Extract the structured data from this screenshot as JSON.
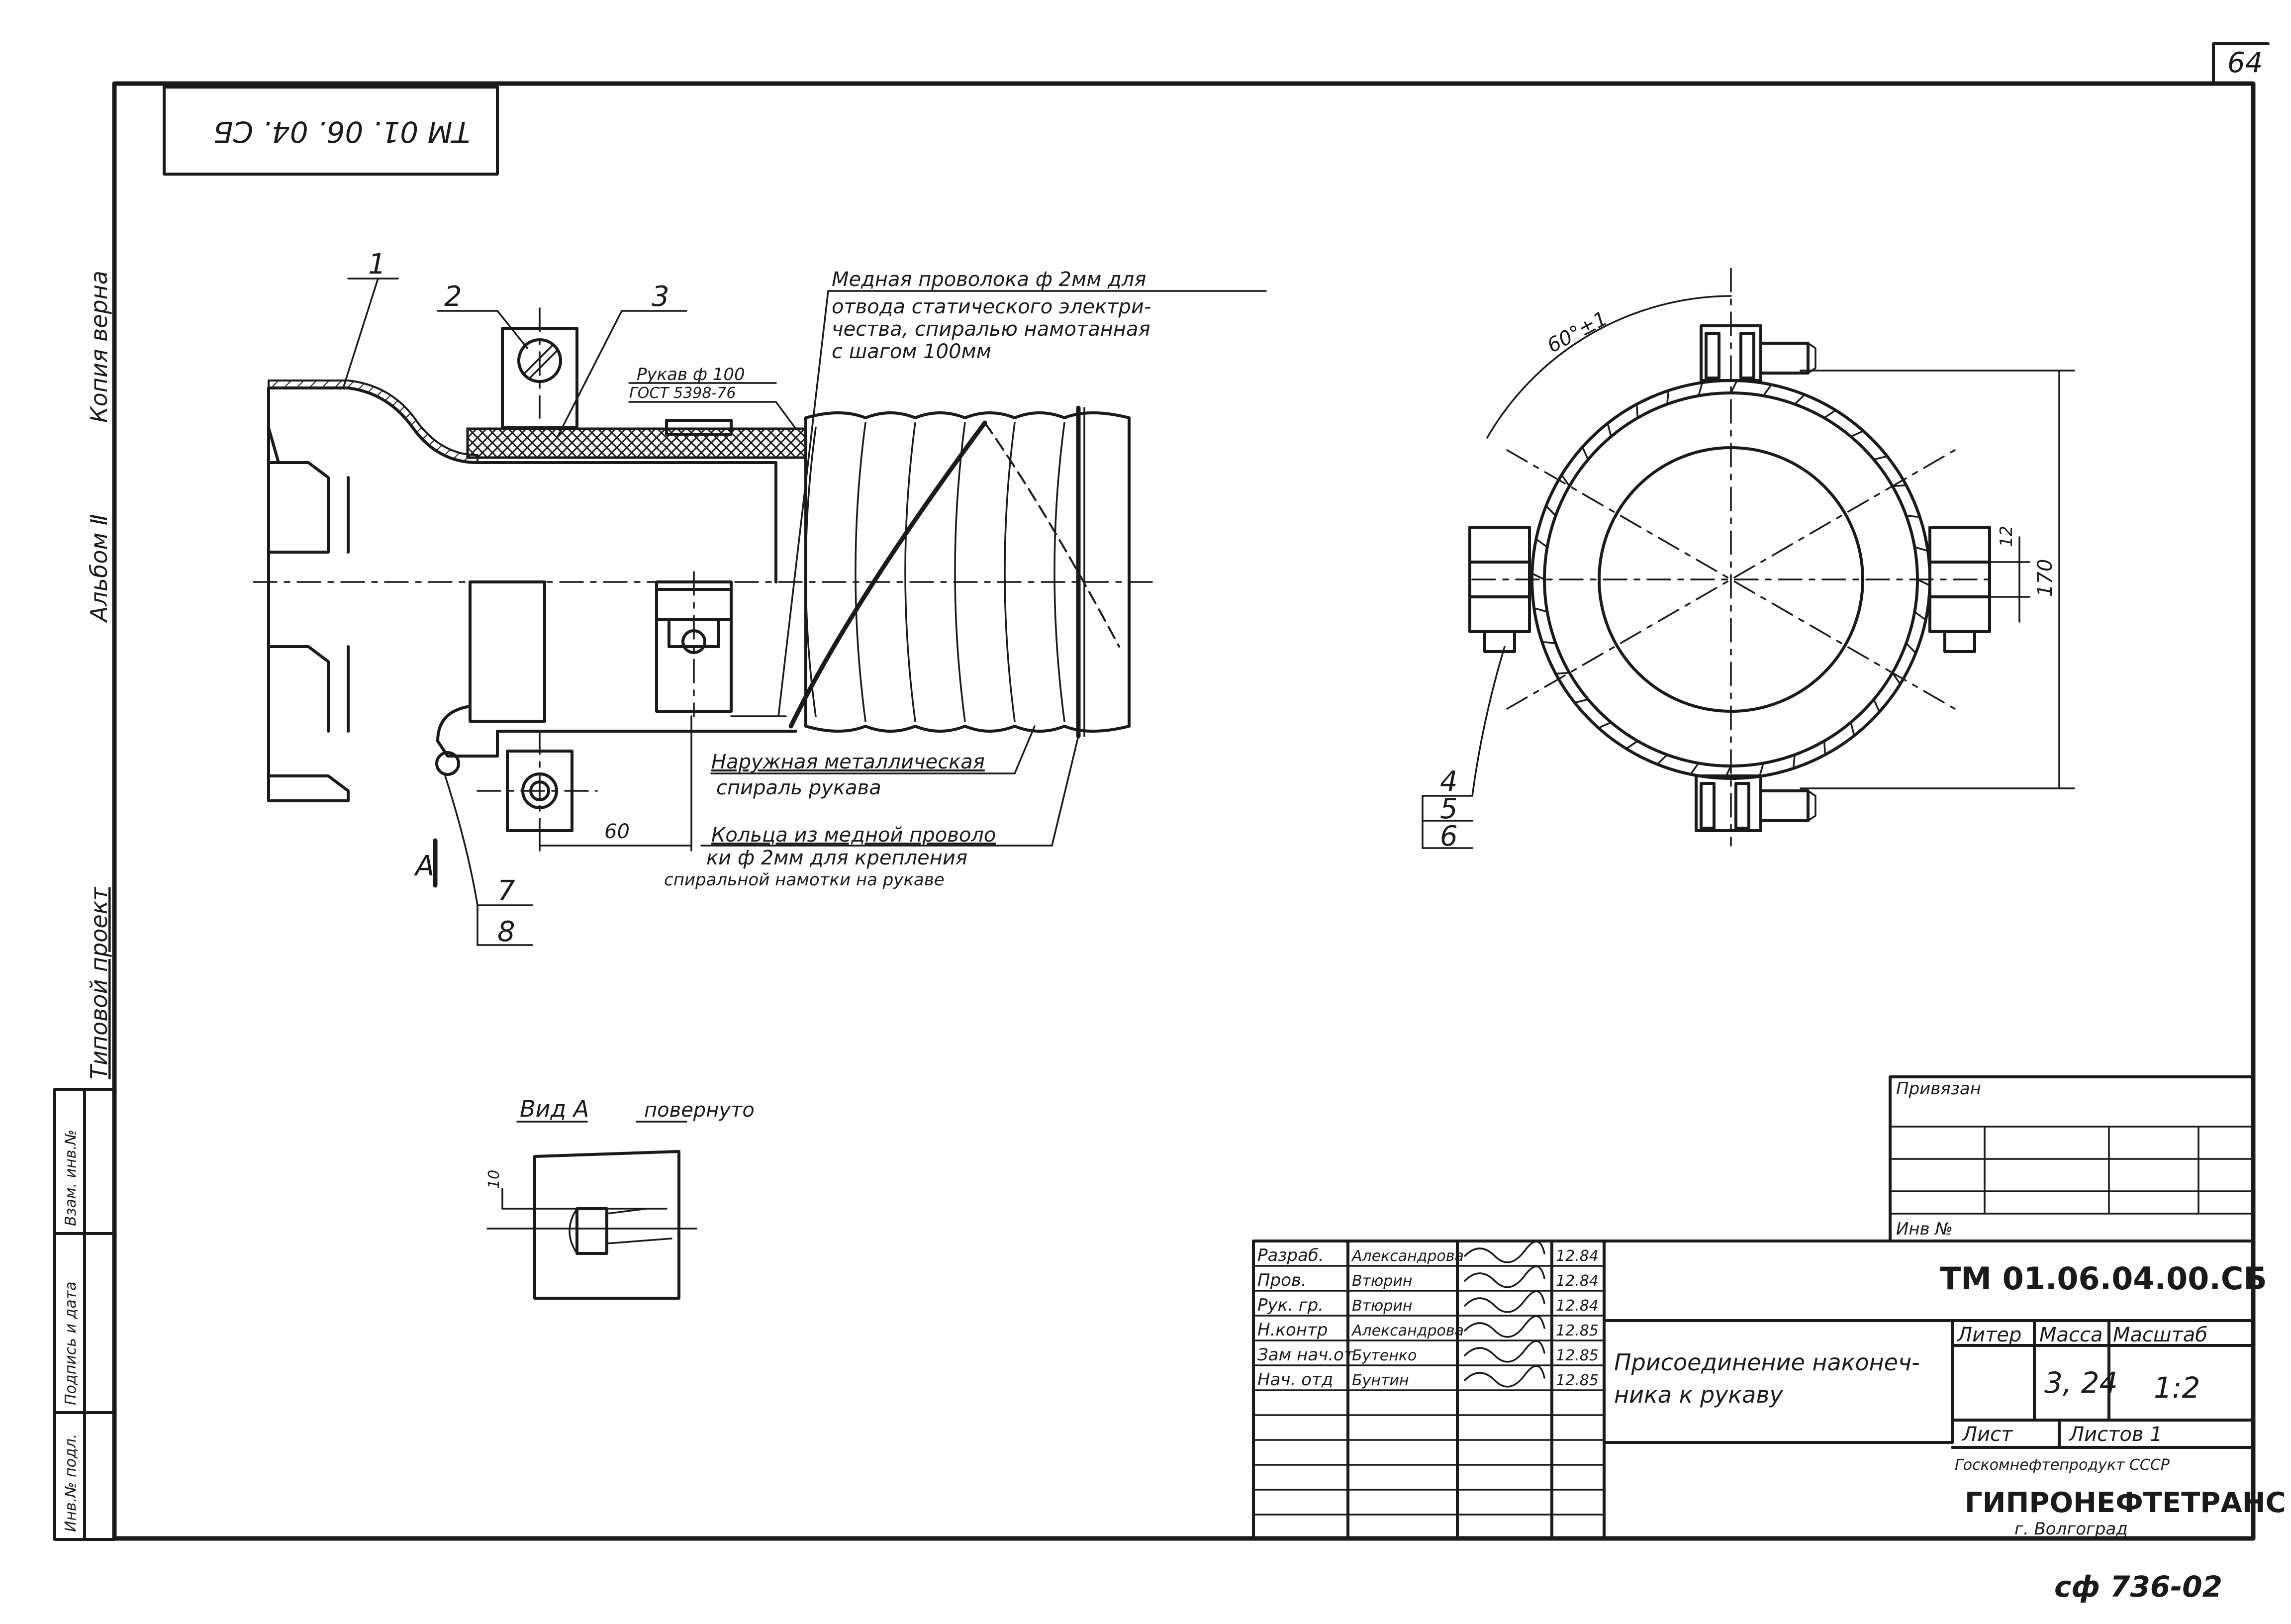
{
  "sheet_number": "64",
  "top_code_rotated": "ТМ 01. 06. 04. СБ",
  "left_margin": {
    "copy_note": "Копия верна",
    "album": "Альбом Ⅱ",
    "project": "Типовой проект",
    "stamp_cells": [
      "Инв.№ подл.",
      "Подпись и дата",
      "Взам. инв.№"
    ]
  },
  "section_view": {
    "pos_labels": [
      "1",
      "2",
      "3",
      "7",
      "8"
    ],
    "hose_label_line1": "Рукав ф 100",
    "hose_label_line2": "ГОСТ 5398-76",
    "wire_note": [
      "Медная проволока ф 2мм для",
      "отвода статического электри-",
      "чества, спиралью намотанная",
      "с шагом     100мм"
    ],
    "spiral_note": [
      "Наружная металлическая",
      "спираль рукава"
    ],
    "ring_note": [
      "Кольца из медной проволо",
      "ки ф 2мм для крепления",
      "спиральной намотки на рукаве"
    ],
    "dim_60": "60",
    "view_mark": "А"
  },
  "circle_view": {
    "angle_label": "60°±1",
    "dim_12": "12",
    "dim_170": "170",
    "pos_labels": [
      "4",
      "5",
      "6"
    ]
  },
  "view_a": {
    "title": "Вид А",
    "note": "повернуто",
    "dim_10": "10"
  },
  "title_block": {
    "bound": "Привязан",
    "inv_no": "Инв №",
    "roles": [
      {
        "role": "Разраб.",
        "name": "Александрова",
        "date": "12.84"
      },
      {
        "role": "Пров.",
        "name": "Втюрин",
        "date": "12.84"
      },
      {
        "role": "Рук. гр.",
        "name": "Втюрин",
        "date": "12.84"
      },
      {
        "role": "Н.контр",
        "name": "Александрова",
        "date": "12.85"
      },
      {
        "role": "Зам нач.от",
        "name": "Бутенко",
        "date": "12.85"
      },
      {
        "role": "Нач. отд",
        "name": "Бунтин",
        "date": "12.85"
      }
    ],
    "doc_code": "ТМ 01.06.04.00.СБ",
    "doc_title_line1": "Присоединение наконеч-",
    "doc_title_line2": "ника к рукаву",
    "col_liter": "Литер",
    "col_mass": "Масса",
    "col_scale": "Масштаб",
    "mass": "3, 24",
    "scale": "1:2",
    "sheet": "Лист",
    "sheets": "Листов 1",
    "org_line1": "Госкомнефтепродукт СССР",
    "org_line2": "ГИПРОНЕФТЕТРАНС",
    "org_line3": "г. Волгоград"
  },
  "footer_code": "сф 736-02"
}
